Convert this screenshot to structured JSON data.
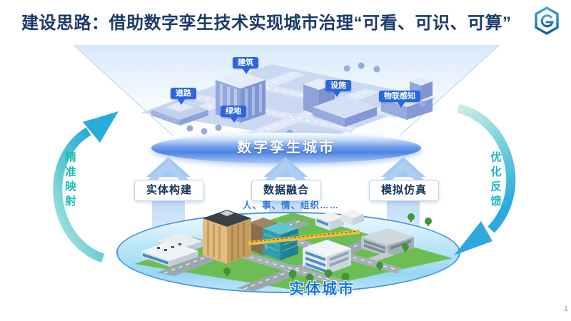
{
  "slide": {
    "title": "建设思路：借助数字孪生技术实现城市治理“可看、可识、可算”",
    "page_number": "1"
  },
  "digital_city": {
    "label": "数字孪生城市",
    "tags": [
      {
        "label": "建筑"
      },
      {
        "label": "道路"
      },
      {
        "label": "绿地"
      },
      {
        "label": "设施"
      },
      {
        "label": "物联感知"
      }
    ]
  },
  "process_steps": [
    {
      "label": "实体构建"
    },
    {
      "label": "数据融合",
      "note": "人、事、情、组织……"
    },
    {
      "label": "模拟仿真"
    }
  ],
  "physical_city": {
    "label": "实体城市"
  },
  "loops": {
    "left": {
      "label": "精准映射"
    },
    "right": {
      "label": "优化反馈"
    }
  },
  "colors": {
    "title_text": "#1B3A6A",
    "tag_background": "#2B66DF",
    "step_text": "#15365F",
    "note_text": "#2E74D9",
    "platform_blue": "#4F84E5",
    "arrow_light_blue": "#A3C9F1",
    "left_loop_text": "#1CBFB0",
    "right_loop_text": "#21B7CB",
    "physical_city_text": "#1977DB",
    "base_ellipse_cyan": "#97D7F3",
    "logo_blue": "#1463AE"
  }
}
